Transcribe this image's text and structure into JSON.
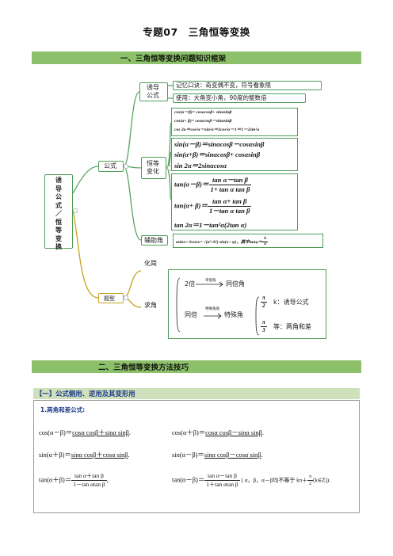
{
  "title": "专题07　三角恒等变换",
  "band1": "一、三角恒等变换问题知识框架",
  "band2": "二、三角恒等变换方法技巧",
  "mindmap": {
    "root": [
      "诱",
      "导",
      "公",
      "式",
      "／",
      "恒",
      "等",
      "变",
      "换"
    ],
    "formula": "公式",
    "induction": [
      "诱导",
      "公式"
    ],
    "identity": [
      "恒等",
      "变化"
    ],
    "auxiliary": "辅助角",
    "topic": "题型",
    "simplify": "化简",
    "evaluate": "求角",
    "induction_notes": [
      "记忆口诀：奇变偶不变，符号看象限",
      "使用：大角变小角，90度的整数倍"
    ],
    "cos_formulas": [
      "cos(α－β)= cosαcosβ+ sinαsinβ",
      "cos(α+ β)= cosαcosβ－sinαsinβ",
      "cos 2α＝cos²α－sin²α＝2cos²α－1＝1－2sin²α"
    ],
    "sin_formulas": [
      "sin(α－β)＝sinαcosβ－cosαsinβ",
      "sin(α+β)＝sinαcosβ+ cosαsinβ",
      "sin 2α＝2sinαcosα"
    ],
    "tan_lhs": [
      "tan(α－β)＝",
      "tan(α+ β)＝"
    ],
    "tan_num": [
      "tan α－tan β",
      "tan α+ tan β"
    ],
    "tan_den": [
      "1+ tan α tan β",
      "1－tan α tan β"
    ],
    "tan2": "tan 2α＝1－tan²α(2tan α)",
    "aux_formula": "asinx+ bcosx= √(a²+b²) sin(x+ φ)，其中tanφ＝",
    "aux_frac": [
      "b",
      "a"
    ],
    "double": "2倍",
    "double_label": "单倍角",
    "same": "同倍角",
    "same2": "同倍",
    "special": "特殊角",
    "special_label": "特殊角倍",
    "pi_k": "k：诱导公式",
    "pi_3": "等：两角和差",
    "pi": "π",
    "two": "2",
    "three": "3"
  },
  "section": {
    "header": "【一】公式侧用、逆用及其变形用",
    "sub": "1.两角和差公式:",
    "rows": [
      [
        "cos(α－β)＝",
        "cosα cosβ＋sinα sinβ",
        ".",
        "cos(α＋β)＝",
        "cosα cosβ－sinα sinβ",
        "."
      ],
      [
        "sin(α＋β)＝",
        "sinα cosβ＋cosα sinβ",
        ".",
        "sin(α－β)＝",
        "sinα cosβ－cosα sinβ",
        "."
      ]
    ],
    "tan_left": "tan(α＋β)＝",
    "tan_left_num": "tan α＋tan β",
    "tan_left_den": "1－tan αtan β",
    "tan_right": "tan(α－β)＝",
    "tan_right_num": "tan α－tan β",
    "tan_right_den": "1＋tan αtan β",
    "tan_cond": "( α，β，α－β均不等于 kπ＋",
    "tan_cond_pi": "π",
    "tan_cond_two": "2",
    "tan_cond_end": "(k∈Z)).",
    "dot": ".",
    "comma": ","
  }
}
